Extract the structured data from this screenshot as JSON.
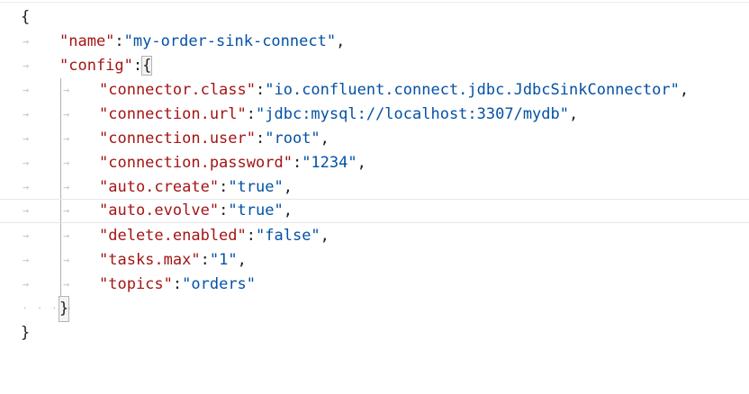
{
  "editor": {
    "language": "json",
    "tab_arrow": "→",
    "whitespace_dots": "· · · ·",
    "open_brace": "{",
    "close_brace": "}",
    "colors": {
      "key": "#a31515",
      "string": "#0451a5",
      "punctuation": "#1f1f1f",
      "whitespace": "#c8c8c8",
      "indent_guide": "#b0b0b0"
    }
  },
  "lines": [
    {
      "text": "{"
    },
    {
      "key": "\"name\"",
      "sep": ":",
      "value": "\"my-order-sink-connect\"",
      "trail": ","
    },
    {
      "key": "\"config\"",
      "sep": ":",
      "value": "{"
    },
    {
      "key": "\"connector.class\"",
      "sep": ":",
      "value": "\"io.confluent.connect.jdbc.JdbcSinkConnector\"",
      "trail": ","
    },
    {
      "key": "\"connection.url\"",
      "sep": ":",
      "value": "\"jdbc:mysql://localhost:3307/mydb\"",
      "trail": ","
    },
    {
      "key": "\"connection.user\"",
      "sep": ":",
      "value": "\"root\"",
      "trail": ","
    },
    {
      "key": "\"connection.password\"",
      "sep": ":",
      "value": "\"1234\"",
      "trail": ","
    },
    {
      "key": "\"auto.create\"",
      "sep": ":",
      "value": "\"true\"",
      "trail": ","
    },
    {
      "key": "\"auto.evolve\"",
      "sep": ":",
      "value": "\"true\"",
      "trail": ","
    },
    {
      "key": "\"delete.enabled\"",
      "sep": ":",
      "value": "\"false\"",
      "trail": ","
    },
    {
      "key": "\"tasks.max\"",
      "sep": ":",
      "value": "\"1\"",
      "trail": ","
    },
    {
      "key": "\"topics\"",
      "sep": ":",
      "value": "\"orders\""
    },
    {
      "text": "}"
    },
    {
      "text": "}"
    }
  ]
}
